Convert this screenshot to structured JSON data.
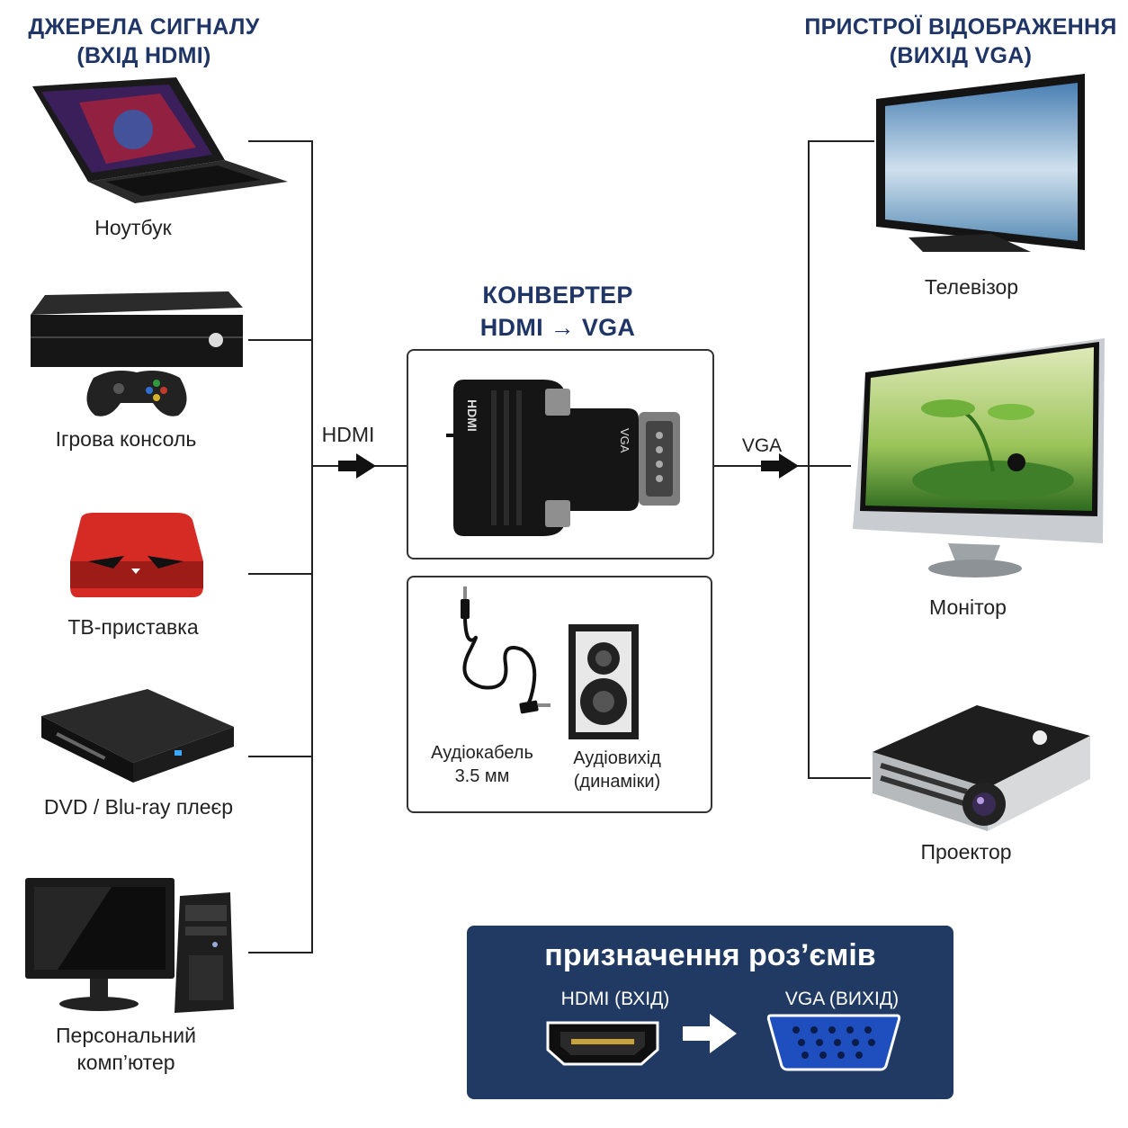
{
  "sources": {
    "heading_line1": "ДЖЕРЕЛА СИГНАЛУ",
    "heading_line2": "(ВХІД HDMI)",
    "devices": [
      {
        "label": "Ноутбук",
        "icon": "laptop-icon"
      },
      {
        "label": "Ігрова консоль",
        "icon": "game-console-icon"
      },
      {
        "label": "ТВ-приставка",
        "icon": "tv-box-icon"
      },
      {
        "label": "DVD / Blu-ray плеєр",
        "icon": "dvd-player-icon"
      },
      {
        "label_line1": "Персональний",
        "label_line2": "комп’ютер",
        "icon": "desktop-pc-icon"
      }
    ]
  },
  "displays": {
    "heading_line1": "ПРИСТРОЇ ВІДОБРАЖЕННЯ",
    "heading_line2": "(ВИХІД VGA)",
    "devices": [
      {
        "label": "Телевізор",
        "icon": "tv-icon"
      },
      {
        "label": "Монітор",
        "icon": "monitor-icon"
      },
      {
        "label": "Проектор",
        "icon": "projector-icon"
      }
    ]
  },
  "converter": {
    "title_line1": "КОНВЕРТЕР",
    "title_line2": "HDMI → VGA",
    "input_label": "HDMI",
    "output_label": "VGA",
    "device_text_left": "HDMI",
    "device_text_right": "VGA"
  },
  "audio": {
    "cable_line1": "Аудіокабель",
    "cable_line2": "3.5 мм",
    "output_line1": "Аудіовихід",
    "output_line2": "(динаміки)"
  },
  "legend": {
    "title": "призначення роз’ємів",
    "hdmi_label": "HDMI (ВХІД)",
    "vga_label": "VGA (ВИХІД)"
  },
  "colors": {
    "heading": "#1f3566",
    "legend_bg": "#213a63",
    "vga_port": "#1f4fbf",
    "tv_box": "#d62a25"
  }
}
